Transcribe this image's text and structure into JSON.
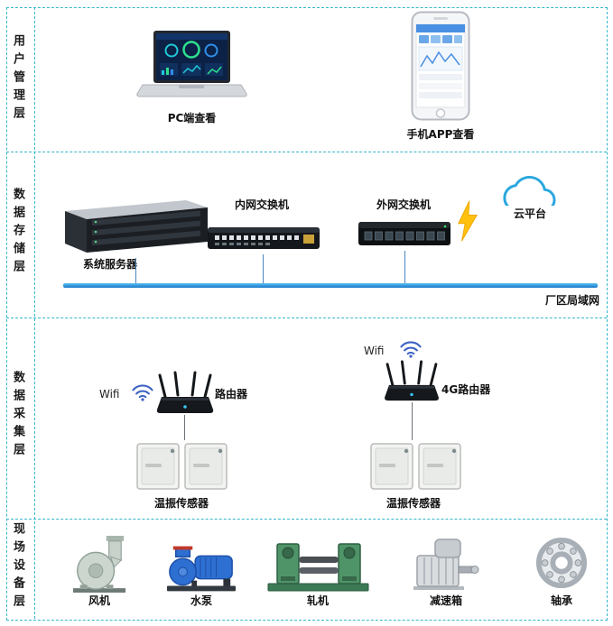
{
  "colors": {
    "border_teal": "#35b7cb",
    "lan_blue": "#1f86d6",
    "cloud_blue": "#2aa7de",
    "lightning_yellow": "#ffc10e",
    "wifi_blue": "#3e63c4"
  },
  "layers": [
    {
      "label": "用户管理层"
    },
    {
      "label": "数据存储层"
    },
    {
      "label": "数据采集层"
    },
    {
      "label": "现场设备层"
    }
  ],
  "user_layer": {
    "pc_label": "PC端查看",
    "app_label": "手机APP查看"
  },
  "storage_layer": {
    "server_label": "系统服务器",
    "internal_switch_label": "内网交换机",
    "external_switch_label": "外网交换机",
    "cloud_label": "云平台",
    "lan_label": "厂区局域网"
  },
  "collection_layer": {
    "wifi_left": "Wifi",
    "wifi_right": "Wifi",
    "router_label": "路由器",
    "router_4g_label": "4G路由器",
    "sensor_left_label": "温振传感器",
    "sensor_right_label": "温振传感器"
  },
  "field_layer": {
    "devices": [
      {
        "label": "风机"
      },
      {
        "label": "水泵"
      },
      {
        "label": "轧机"
      },
      {
        "label": "减速箱"
      },
      {
        "label": "轴承"
      }
    ]
  }
}
